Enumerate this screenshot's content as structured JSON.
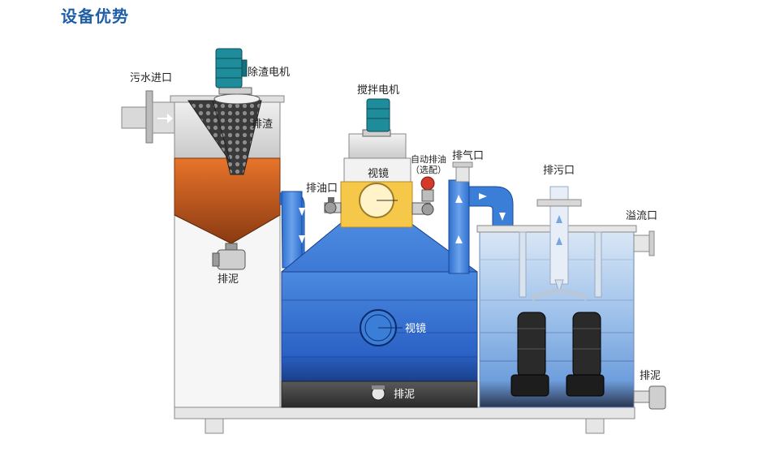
{
  "header": {
    "title": "设备优势"
  },
  "labels": {
    "inlet": "污水进口",
    "slag_motor": "除渣电机",
    "slag_out": "排渣",
    "sludge_left": "排泥",
    "mixer_motor": "搅拌电机",
    "sight_glass_top": "视镜",
    "oil_out": "排油口",
    "auto_oil": "自动排油",
    "optional": "（选配）",
    "vent": "排气口",
    "sewage_out": "排污口",
    "overflow": "溢流口",
    "sight_glass_bottom": "视镜",
    "sludge_mid": "排泥",
    "sludge_right": "排泥"
  },
  "colors": {
    "title": "#1f5fa8",
    "tank_blue": "#2f6fd0",
    "tank_blue_light": "#9cc0ea",
    "orange": "#d9641a",
    "motor_teal": "#1e8c9a",
    "sight_yellow": "#f6c84a",
    "sludge_dark": "#3a3a3a"
  }
}
